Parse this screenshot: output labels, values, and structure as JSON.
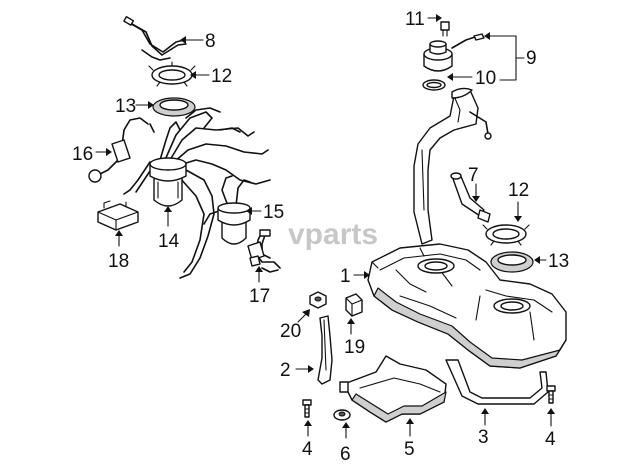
{
  "watermark": "vparts",
  "callouts": {
    "c1": "1",
    "c2": "2",
    "c3": "3",
    "c4a": "4",
    "c4b": "4",
    "c5": "5",
    "c6": "6",
    "c7": "7",
    "c8": "8",
    "c9": "9",
    "c10": "10",
    "c11": "11",
    "c12a": "12",
    "c12b": "12",
    "c13a": "13",
    "c13b": "13",
    "c14": "14",
    "c15": "15",
    "c16": "16",
    "c17": "17",
    "c18": "18",
    "c19": "19",
    "c20": "20"
  }
}
